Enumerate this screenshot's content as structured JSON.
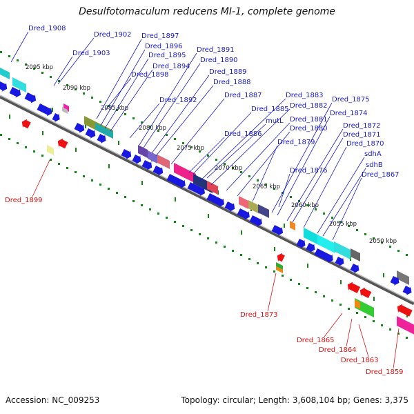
{
  "title": "Desulfotomaculum reducens MI-1, complete genome",
  "footer": {
    "accession": "Accession: NC_009253",
    "summary": "Topology: circular; Length: 3,608,104 bp; Genes: 3,375"
  },
  "colors": {
    "label_forward": "#1a1acc",
    "label_reverse": "#dd1111",
    "arrow_forward": "#1818e0",
    "arrow_reverse": "#ee1111",
    "backbone": "#777777",
    "tick": "#118811"
  },
  "scale_labels": [
    "2095 kbp",
    "2090 kbp",
    "2085 kbp",
    "2080 kbp",
    "2075 kbp",
    "2070 kbp",
    "2065 kbp",
    "2060 kbp",
    "2055 kbp",
    "2050 kbp"
  ],
  "genes_forward": [
    "Dred_1908",
    "Dred_1902",
    "Dred_1897",
    "Dred_1903",
    "Dred_1896",
    "Dred_1895",
    "Dred_1891",
    "Dred_1894",
    "Dred_1898",
    "Dred_1890",
    "Dred_1889",
    "Dred_1888",
    "Dred_1892",
    "Dred_1887",
    "Dred_1883",
    "Dred_1875",
    "Dred_1882",
    "Dred_1885",
    "Dred_1874",
    "mutL",
    "Dred_1881",
    "Dred_1872",
    "Dred_1886",
    "Dred_1880",
    "Dred_1871",
    "Dred_1879",
    "Dred_1870",
    "sdhA",
    "sdhB",
    "Dred_1876",
    "Dred_1867"
  ],
  "genes_reverse": [
    "Dred_1899",
    "Dred_1873",
    "Dred_1865",
    "Dred_1864",
    "Dred_1863",
    "Dred_1859"
  ]
}
